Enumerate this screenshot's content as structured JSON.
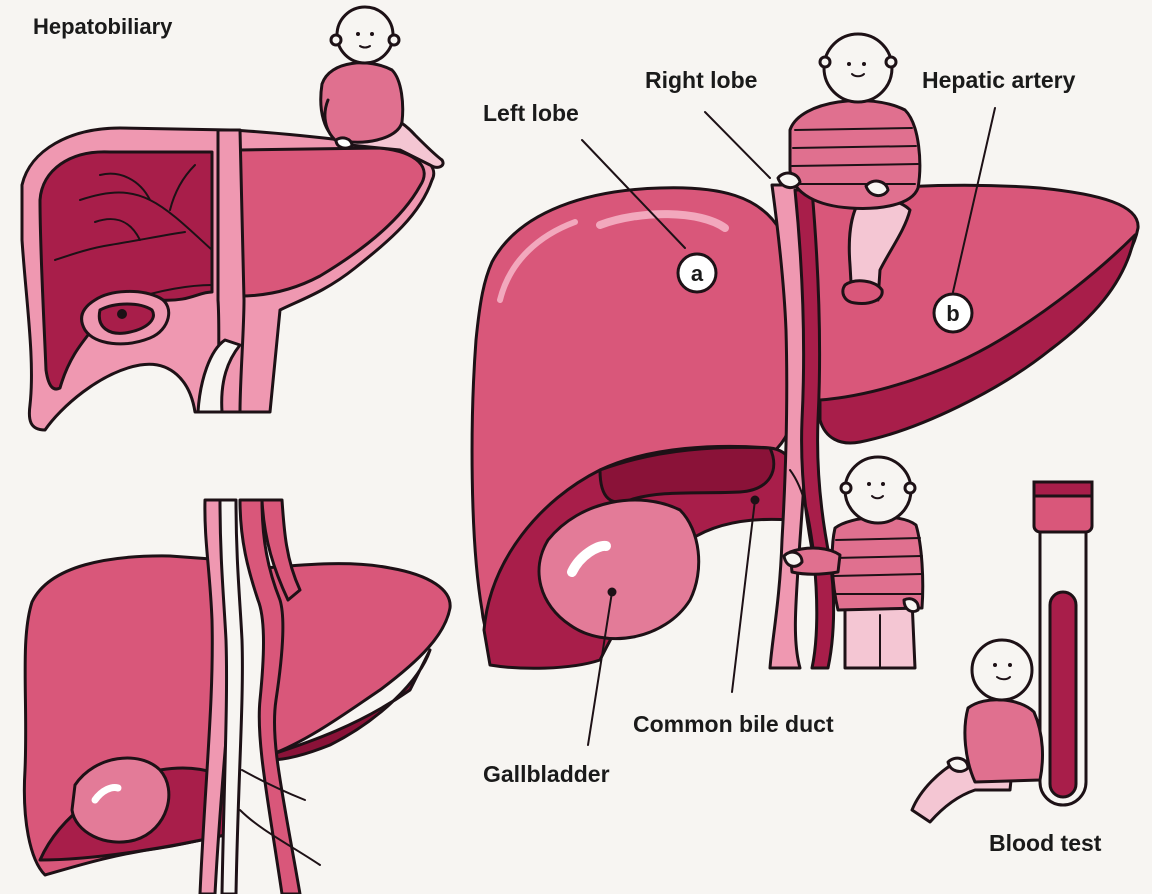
{
  "title": "Hepatobiliary",
  "labels": {
    "left_lobe": "Left lobe",
    "right_lobe": "Right lobe",
    "hepatic_artery": "Hepatic artery",
    "gallbladder": "Gallbladder",
    "common_bile_duct": "Common bile duct",
    "blood_test": "Blood test"
  },
  "markers": {
    "a": "a",
    "b": "b"
  },
  "colors": {
    "background": "#f7f5f2",
    "liver_main": "#d9577a",
    "liver_dark": "#a81e4a",
    "liver_deep": "#8a1238",
    "liver_light": "#ef98b1",
    "gallbladder": "#e37b98",
    "outline": "#1d1116",
    "shirt": "#e0708f",
    "pants": "#f4c6d3"
  }
}
